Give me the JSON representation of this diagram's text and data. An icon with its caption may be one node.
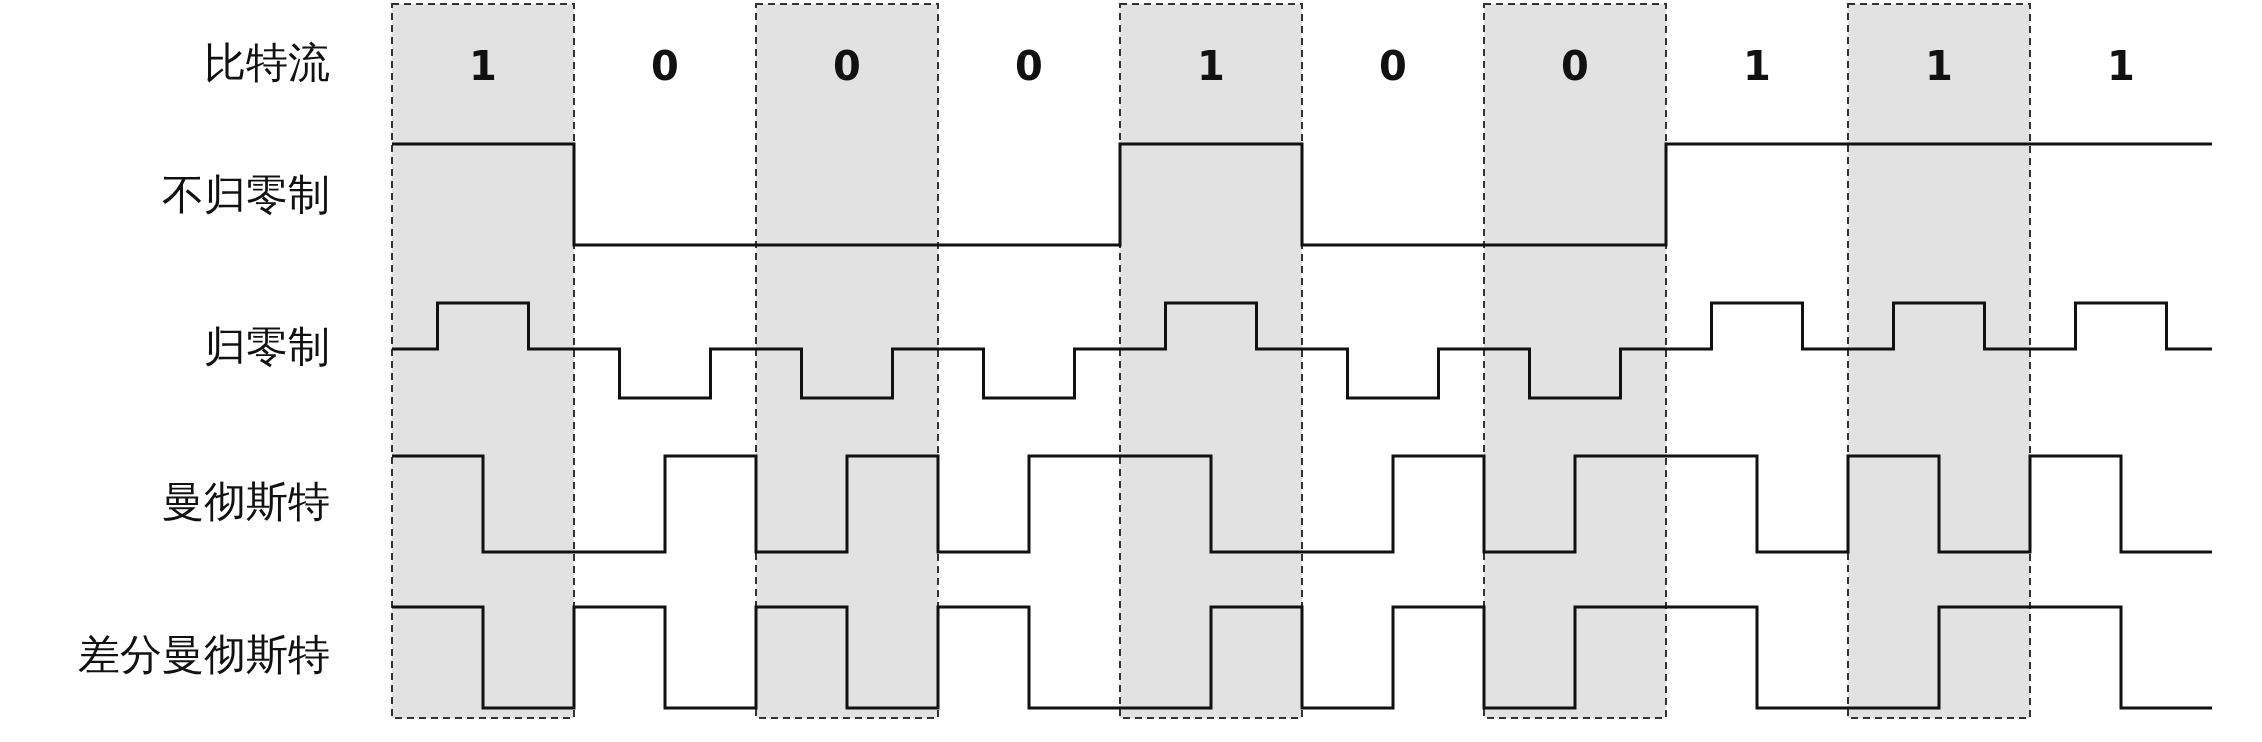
{
  "diagram": {
    "labels": [
      "比特流",
      "1",
      "0",
      "0",
      "0",
      "1",
      "0",
      "0",
      "1",
      "1",
      "1",
      "不归零制",
      "归零制",
      "曼彻斯特",
      "差分曼彻斯特"
    ]
  }
}
